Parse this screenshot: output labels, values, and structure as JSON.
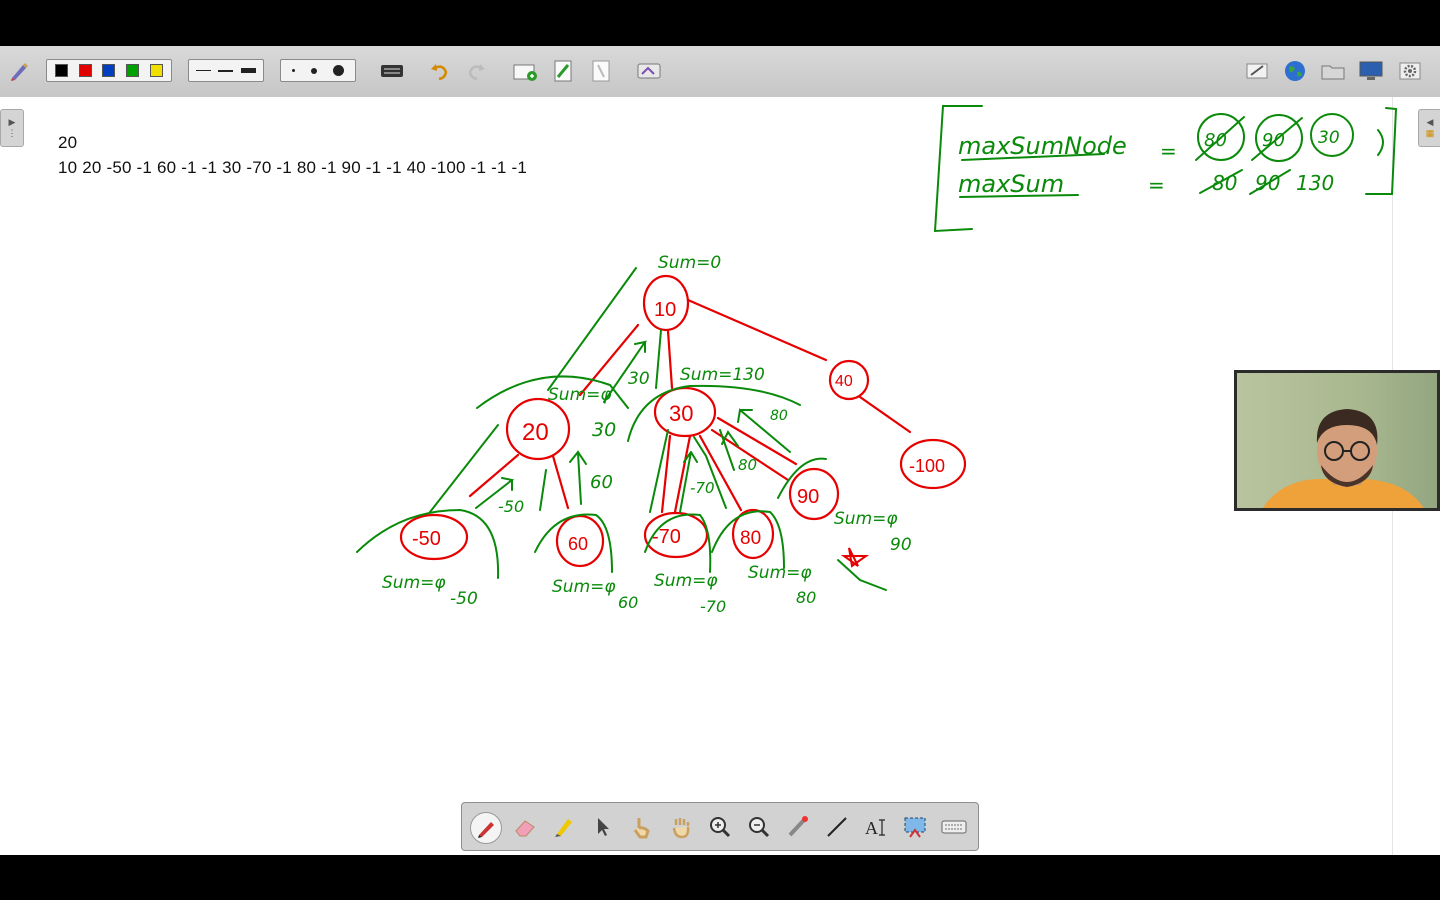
{
  "toolbar": {
    "pen_tool_icon": "pen-icon",
    "colors": [
      "#000000",
      "#e00000",
      "#0040c0",
      "#00a000",
      "#f0e000"
    ],
    "line_widths": [
      "thin",
      "medium",
      "thick"
    ],
    "dot_sizes": [
      "small",
      "medium",
      "large"
    ],
    "right_icons": [
      "draw-mode-icon",
      "globe-icon",
      "folder-icon",
      "monitor-icon",
      "settings-icon"
    ]
  },
  "document": {
    "input_line_1": "20",
    "input_line_2": "10 20 -50 -1 60 -1 -1 30 -70 -1 80 -1 90 -1 -1 40 -100 -1 -1 -1"
  },
  "bottom_tools": [
    "pen-icon",
    "eraser-icon",
    "highlighter-icon",
    "pointer-icon",
    "hand-pointer-icon",
    "pan-hand-icon",
    "zoom-in-icon",
    "zoom-out-icon",
    "laser-pen-icon",
    "line-icon",
    "text-tool-icon",
    "screen-capture-icon",
    "keyboard-icon"
  ],
  "ink_colors": {
    "red": "#e60000",
    "green": "#0a8a0a"
  }
}
